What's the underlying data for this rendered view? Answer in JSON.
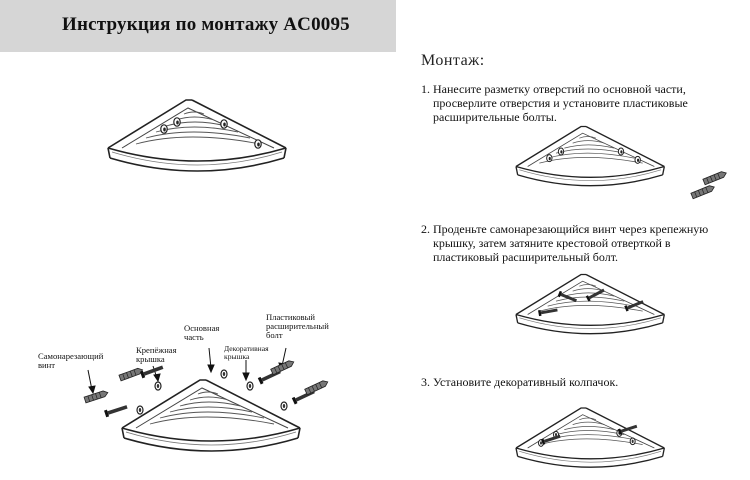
{
  "header": {
    "title": "Инструкция по монтажу AC0095"
  },
  "mounting": {
    "heading": "Монтаж:",
    "steps": [
      {
        "num": "1.",
        "lines": [
          "Нанесите разметку отверстий по основной части,",
          "просверлите отверстия и установите пластиковые",
          "расширительные болты."
        ]
      },
      {
        "num": "2.",
        "lines": [
          "Проденьте самонарезающийся винт через крепежную",
          "крышку, затем затяните крестовой отверткой в",
          "пластиковый расширительный болт."
        ]
      },
      {
        "num": "3.",
        "lines": [
          "Установите декоративный колпачок."
        ]
      }
    ]
  },
  "parts_labels": {
    "screw": [
      "Самонарезающий",
      "винт"
    ],
    "mount_cap": [
      "Крепёжная",
      "крышка"
    ],
    "main_part": [
      "Основная",
      "часть"
    ],
    "deco_cap": [
      "Декоративная",
      "крышка"
    ],
    "bolt": [
      "Пластиковый",
      "расширительный",
      "болт"
    ]
  }
}
